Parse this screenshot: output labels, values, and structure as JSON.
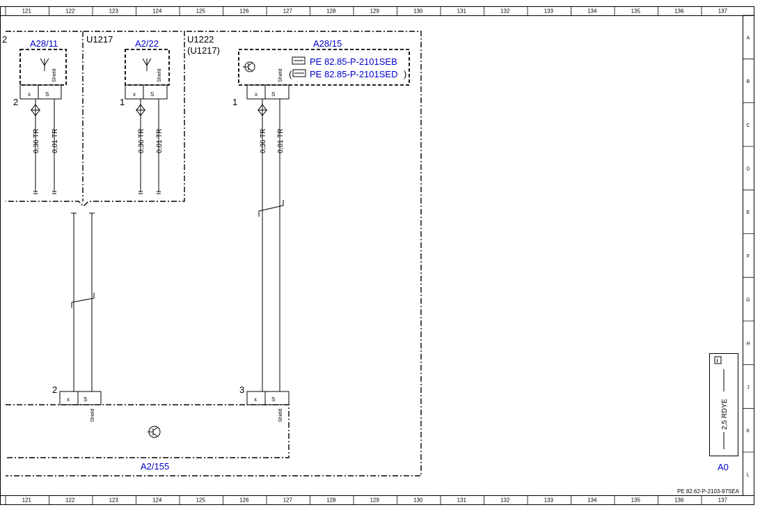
{
  "ruler": {
    "columns": [
      "121",
      "122",
      "123",
      "124",
      "125",
      "126",
      "127",
      "128",
      "129",
      "130",
      "131",
      "132",
      "133",
      "134",
      "135",
      "136",
      "137"
    ],
    "rows": [
      "A",
      "B",
      "C",
      "D",
      "E",
      "F",
      "G",
      "H",
      "J",
      "K",
      "L"
    ]
  },
  "components": {
    "a28_11": {
      "label": "A28/11",
      "pin_wire": "2",
      "pin_x": "x",
      "pin_s": "S",
      "shield": "Shield",
      "wire1": "0,36 TR",
      "wire2": "0,01 TR"
    },
    "u1217": {
      "label": "U1217"
    },
    "a2_22": {
      "label": "A2/22",
      "pin_wire": "1",
      "pin_x": "x",
      "pin_s": "S",
      "shield": "Shield",
      "wire1": "0,36 TR",
      "wire2": "0,01 TR"
    },
    "u1222": {
      "label": "U1222",
      "sub": "(U1217)"
    },
    "a28_15": {
      "label": "A28/15",
      "pin_wire": "1",
      "pin_x": "x",
      "pin_s": "S",
      "shield": "Shield",
      "wire1": "0,36 TR",
      "wire2": "0,01 TR",
      "ref1": "PE 82.85-P-2101SEB",
      "ref2": "PE 82.85-P-2101SED",
      "ref2_open": "(",
      "ref2_close": ")"
    },
    "a2_155": {
      "label": "A2/155",
      "conn_left_pin": "2",
      "conn_right_pin": "3",
      "pin_x": "x",
      "pin_s": "S",
      "shield": "Shield"
    },
    "a0": {
      "label": "A0",
      "wire": "2,5 RDYE",
      "info_icon": "i"
    }
  },
  "footer": {
    "doc_ref": "PE 82.62-P-2103-97SEA"
  },
  "partial_left_label": "2"
}
